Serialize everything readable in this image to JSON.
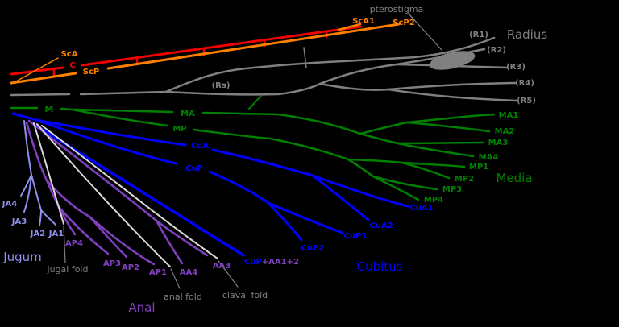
{
  "diagram": {
    "subject": "insect wing venation scheme",
    "background": "#000000"
  },
  "systems": {
    "costa": {
      "color": "#f00000",
      "labels": {
        "c": "C"
      }
    },
    "subcosta": {
      "color": "#ff8000",
      "labels": {
        "scA": "ScA",
        "scP": "ScP",
        "scA1": "ScA1",
        "scP2": "ScP2"
      }
    },
    "radius": {
      "color": "#808080",
      "title": "Radius",
      "labels": {
        "rs": "(Rs)",
        "r1": "(R1)",
        "r2": "(R2)",
        "r3": "(R3)",
        "r4": "(R4)",
        "r5": "(R5)",
        "pterostigma": "pterostigma"
      }
    },
    "media": {
      "color": "#008000",
      "title": "Media",
      "labels": {
        "m": "M",
        "ma": "MA",
        "mp": "MP",
        "ma1": "MA1",
        "ma2": "MA2",
        "ma3": "MA3",
        "ma4": "MA4",
        "mp1": "MP1",
        "mp2": "MP2",
        "mp3": "MP3",
        "mp4": "MP4"
      }
    },
    "cubitus": {
      "color": "#0000ff",
      "title": "Cubitus",
      "labels": {
        "cuA": "CuA",
        "cuP": "CuP",
        "cuA1": "CuA1",
        "cuA2": "CuA2",
        "cuP1": "CuP1",
        "cuP2": "CuP2",
        "fused_cup": "CuP"
      }
    },
    "anal": {
      "color": "#8040c0",
      "title": "Anal",
      "labels": {
        "aa3": "AA3",
        "aa4": "AA4",
        "ap1": "AP1",
        "ap2": "AP2",
        "ap3": "AP3",
        "ap4": "AP4",
        "fused_aa": "+AA1+2"
      }
    },
    "jugum": {
      "color": "#9090f0",
      "title": "Jugum",
      "labels": {
        "ja1": "JA1",
        "ja2": "JA2",
        "ja3": "JA3",
        "ja4": "JA4"
      }
    },
    "folds": {
      "line_color": "#d9d9d9",
      "text_color": "#808080",
      "labels": {
        "jugal": "jugal fold",
        "anal": "anal fold",
        "claval": "claval fold"
      }
    }
  }
}
